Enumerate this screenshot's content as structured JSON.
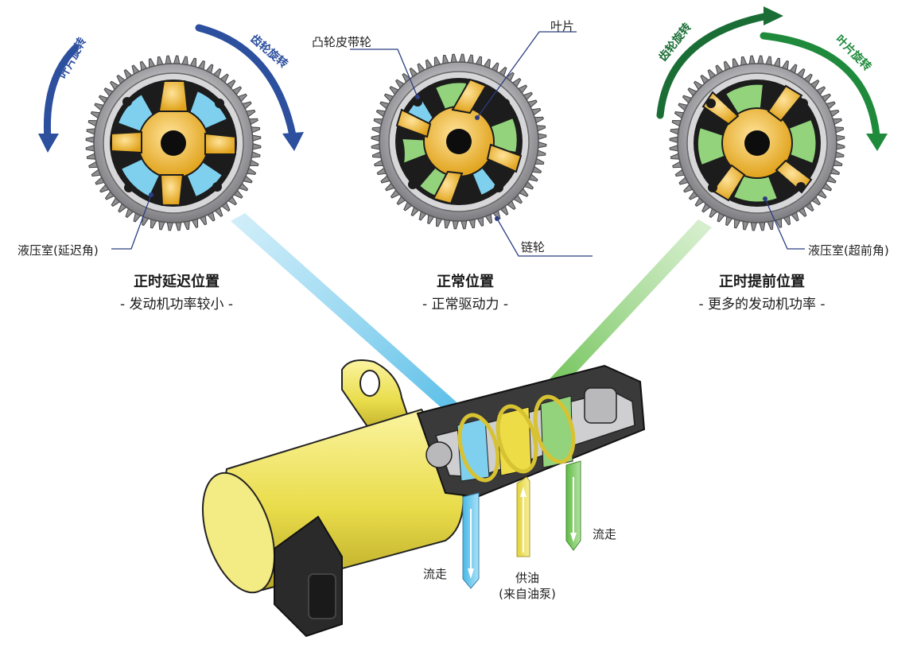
{
  "panels": [
    {
      "id": "retard",
      "title": "正时延迟位置",
      "subtitle": "- 发动机功率较小 -",
      "arrow_left_label": "叶片旋转",
      "arrow_right_label": "齿轮旋转",
      "callout": "液压室(延迟角)",
      "arrow_color": "#2c4f9e"
    },
    {
      "id": "normal",
      "title": "正常位置",
      "subtitle": "- 正常驱动力 -",
      "callout_cam": "凸轮皮带轮",
      "callout_vane": "叶片",
      "callout_sprocket": "链轮"
    },
    {
      "id": "advance",
      "title": "正时提前位置",
      "subtitle": "- 更多的发动机功率 -",
      "arrow_left_label": "齿轮旋转",
      "arrow_right_label": "叶片旋转",
      "callout": "液压室(超前角)",
      "arrow_color": "#1f8a3c"
    }
  ],
  "valve": {
    "drain_left": "流走",
    "drain_right": "流走",
    "supply_line1": "供油",
    "supply_line2": "(来自油泵)"
  },
  "colors": {
    "retard_chamber": "#7fd0ef",
    "advance_chamber": "#92d37c",
    "rotor": "#f2b830",
    "gear": "#a9a9ad",
    "solenoid": "#efe35a"
  }
}
